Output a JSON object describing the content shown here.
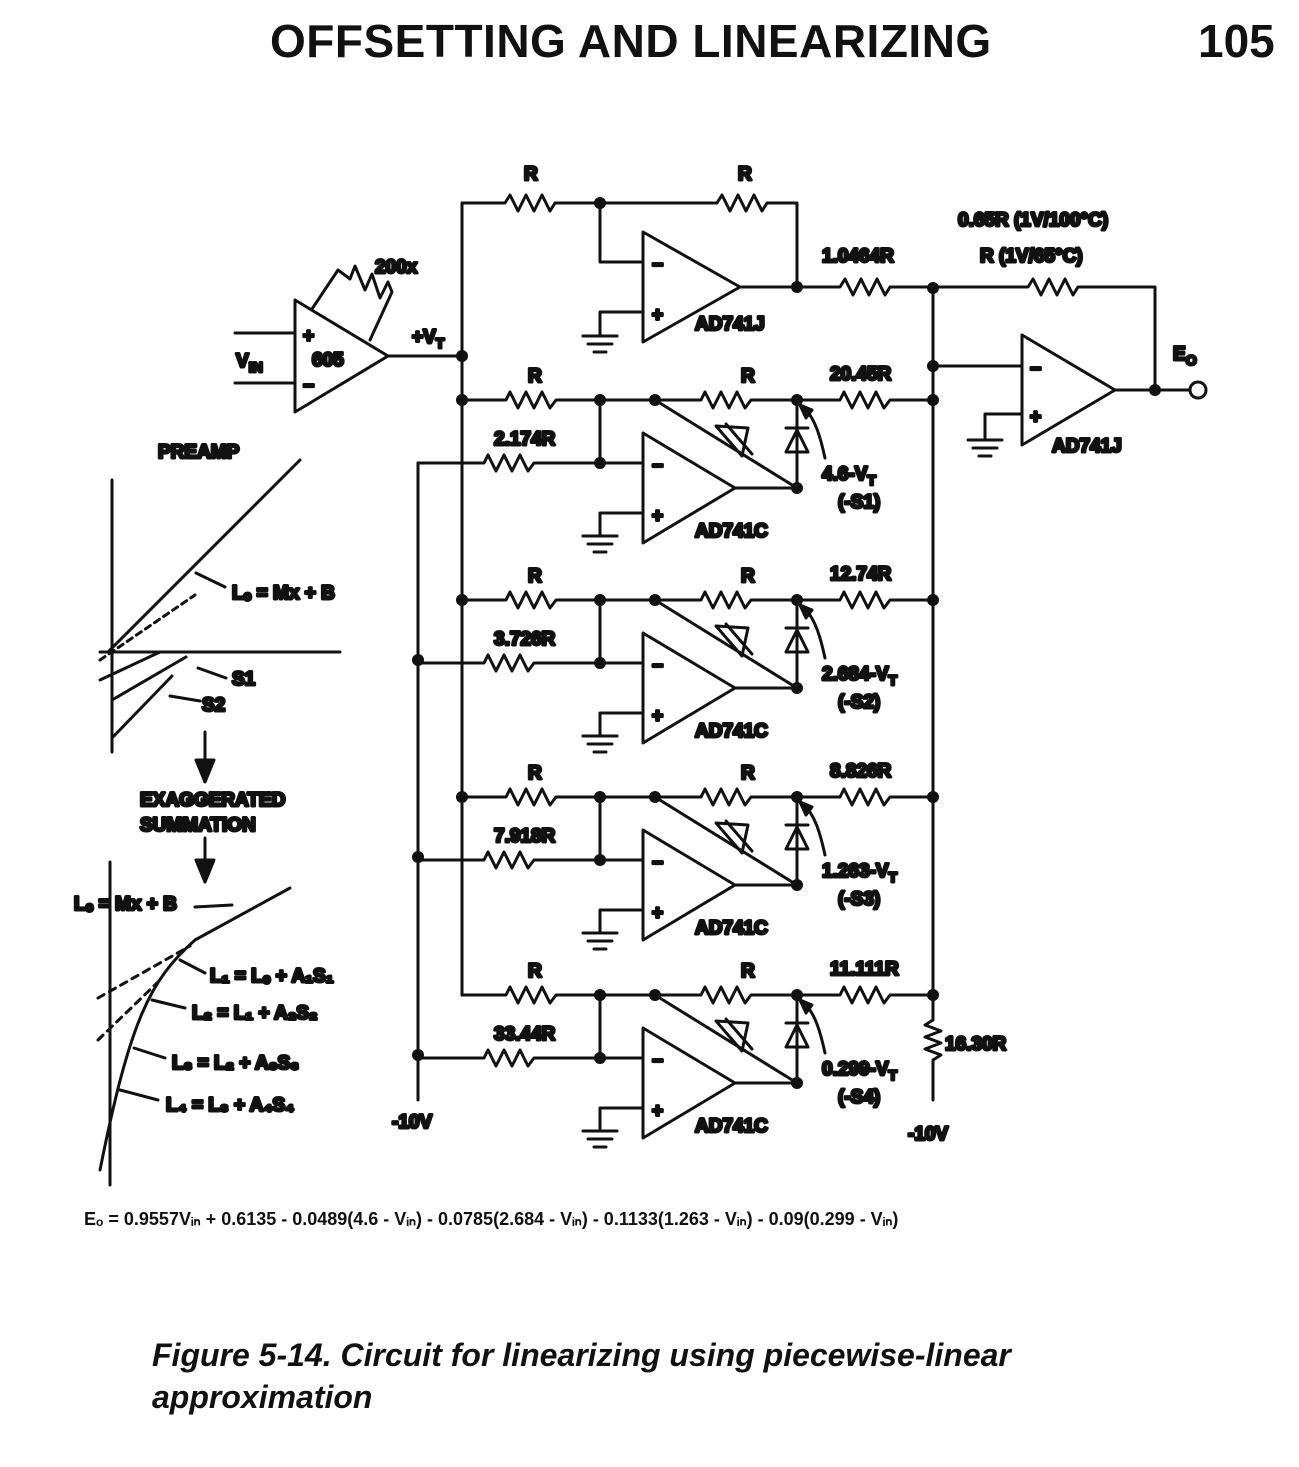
{
  "header": {
    "running_head": "OFFSETTING AND LINEARIZING",
    "page_number": "105"
  },
  "schematic": {
    "preamp": {
      "input_label": "V",
      "input_sub": "IN",
      "gain_label": "200x",
      "amp_label": "605",
      "output_label": "+V",
      "output_sub": "T"
    },
    "offset_stage": {
      "r_in": "R",
      "r_fb": "R",
      "amp": "AD741J",
      "r_out": "1.0464R"
    },
    "breakpoint_stages": [
      {
        "r_in": "R",
        "r_bias": "2.174R",
        "r_fb": "R",
        "r_sum": "20.45R",
        "amp": "AD741C",
        "bp_label": "4.6-V",
        "bp_sub": "T",
        "seg": "(-S1)"
      },
      {
        "r_in": "R",
        "r_bias": "3.726R",
        "r_fb": "R",
        "r_sum": "12.74R",
        "amp": "AD741C",
        "bp_label": "2.684-V",
        "bp_sub": "T",
        "seg": "(-S2)"
      },
      {
        "r_in": "R",
        "r_bias": "7.918R",
        "r_fb": "R",
        "r_sum": "8.826R",
        "amp": "AD741C",
        "bp_label": "1.263-V",
        "bp_sub": "T",
        "seg": "(-S3)"
      },
      {
        "r_in": "R",
        "r_bias": "33.44R",
        "r_fb": "R",
        "r_sum": "11.111R",
        "amp": "AD741C",
        "bp_label": "0.299-V",
        "bp_sub": "T",
        "seg": "(-S4)"
      }
    ],
    "output_stage": {
      "fb_label_1": "0.65R (1V/100°C)",
      "fb_label_2": "R (1V/65°C)",
      "amp": "AD741J",
      "out_label": "E",
      "out_sub": "O",
      "r_bottom": "16.30R",
      "supply_left": "-10V",
      "supply_right": "-10V"
    }
  },
  "graphs": {
    "preamp_title": "PREAMP",
    "preamp_line": "Lₒ = Mx + B",
    "s1": "S1",
    "s2": "S2",
    "summation_title_1": "EXAGGERATED",
    "summation_title_2": "SUMMATION",
    "l0": "Lₒ = Mx + B",
    "l1": "L₁ = Lₒ + A₁S₁",
    "l2": "L₂ = L₁ + A₂S₂",
    "l3": "L₃ = L₂ + A₃S₃",
    "l4": "L₄ = L₃ + A₄S₄"
  },
  "equation": "Eₒ = 0.9557Vᵢₙ + 0.6135 - 0.0489(4.6 - Vᵢₙ) - 0.0785(2.684 - Vᵢₙ) - 0.1133(1.263 - Vᵢₙ) - 0.09(0.299 - Vᵢₙ)",
  "caption": "Figure 5-14.  Circuit for linearizing using piecewise-linear approximation"
}
